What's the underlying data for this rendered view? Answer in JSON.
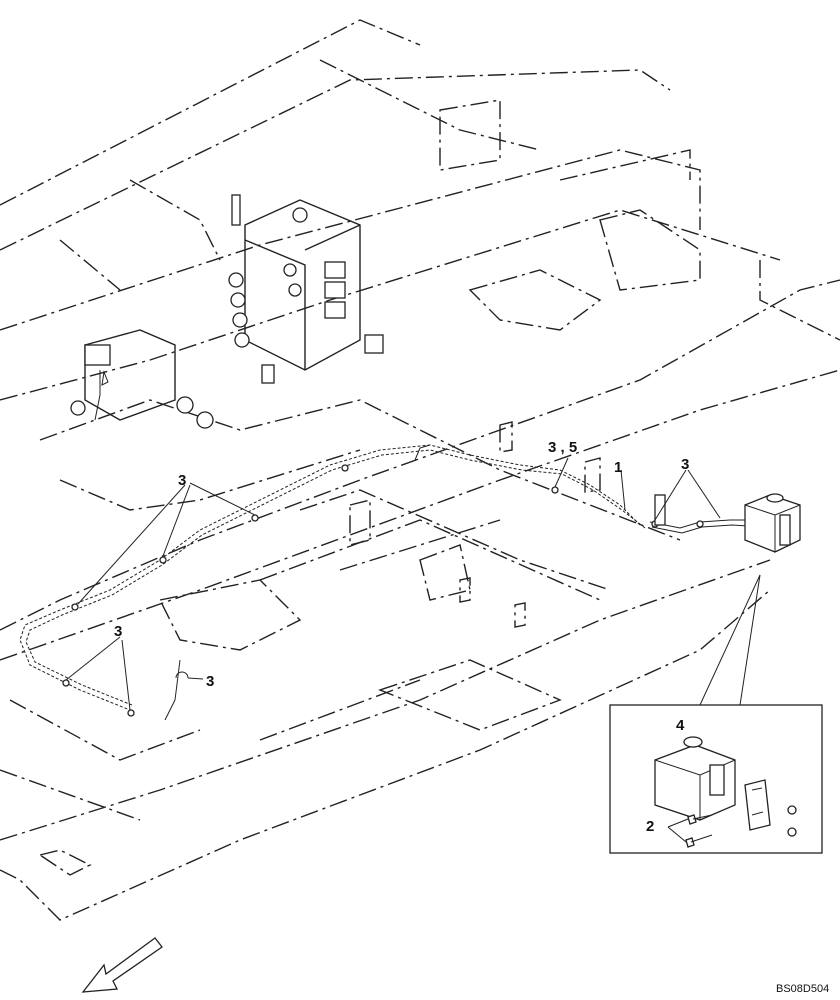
{
  "diagram": {
    "callouts": {
      "c1": "1",
      "c35": "3 , 5",
      "c3a": "3",
      "c3b": "3",
      "c3c": "3",
      "c3d": "3",
      "c4": "4",
      "c2": "2"
    },
    "drawing_code": "BS08D504",
    "icons": {
      "direction_arrow": "front-direction-arrow-icon",
      "washer_tank": "washer-tank-icon",
      "control_valve": "control-valve-icon",
      "pump": "hydraulic-pump-icon"
    }
  }
}
